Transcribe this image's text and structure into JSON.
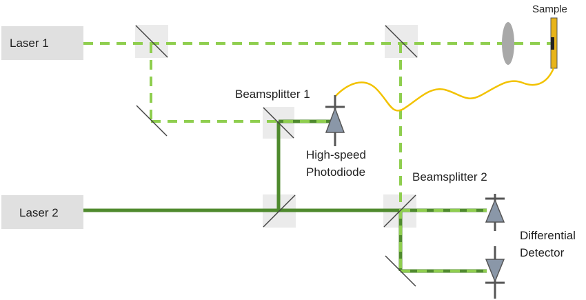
{
  "diagram": {
    "labels": {
      "laser1": "Laser 1",
      "laser2": "Laser 2",
      "sample": "Sample",
      "beamsplitter1": "Beamsplitter 1",
      "beamsplitter2": "Beamsplitter 2",
      "photodiode_line1": "High-speed",
      "photodiode_line2": "Photodiode",
      "detector_line1": "Differential",
      "detector_line2": "Detector"
    },
    "colors": {
      "laser1_beam": "#8fce4f",
      "laser2_beam": "#4f8a2e",
      "fiber": "#f2c200",
      "box": "#e0e0e0",
      "splitter_box": "#ebebeb",
      "mirror": "#444444",
      "lens": "#a8a8a8",
      "sample": "#e8b41a",
      "diode_fill": "#8a97a8",
      "diode_edge": "#555555"
    },
    "icons": [
      "laser-source",
      "mirror",
      "beamsplitter",
      "lens",
      "photodiode",
      "differential-detector",
      "optical-fiber"
    ]
  }
}
